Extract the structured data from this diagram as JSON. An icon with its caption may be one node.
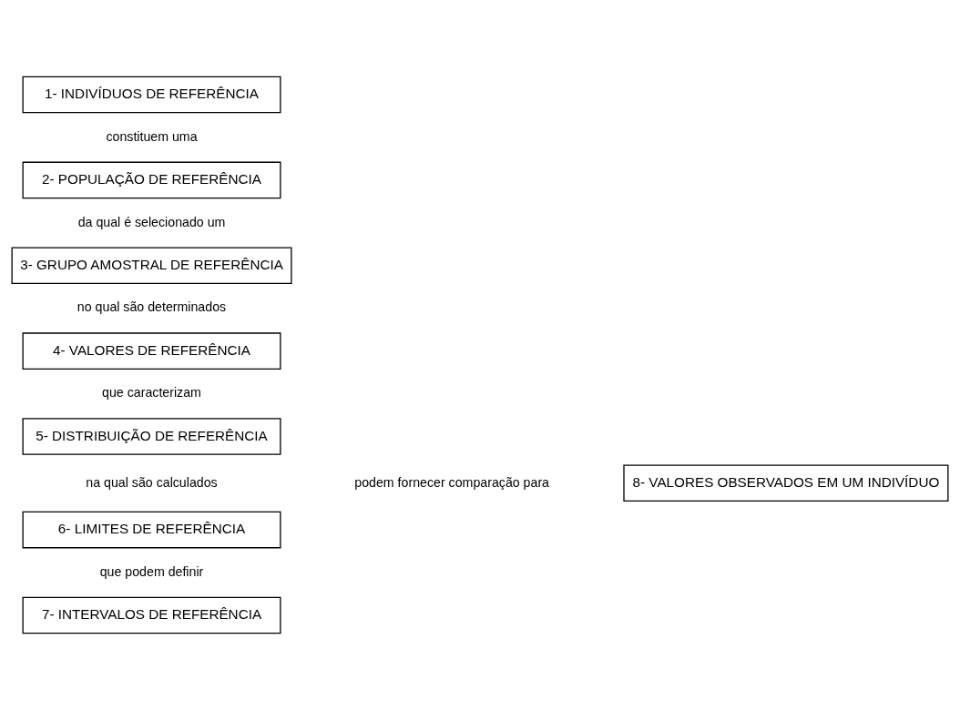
{
  "diagram": {
    "nodes": [
      {
        "text": [
          "1- INDIVÍDUOS DE REFERÊNCIA"
        ]
      },
      {
        "text": [
          "2- POPULAÇÃO DE REFERÊNCIA"
        ]
      },
      {
        "text": [
          "3- GRUPO AMOSTRAL DE REFERÊNCIA"
        ]
      },
      {
        "text": [
          "4- VALORES DE REFERÊNCIA"
        ]
      },
      {
        "text": [
          "5- DISTRIBUIÇÃO DE REFERÊNCIA"
        ]
      },
      {
        "text": [
          "6- LIMITES DE REFERÊNCIA"
        ]
      },
      {
        "text": [
          "7- INTERVALOS DE REFERÊNCIA"
        ]
      },
      {
        "text": [
          "8- VALORES OBSERVADOS EM UM INDIVÍDUO"
        ]
      }
    ],
    "labels": [
      "constituem uma",
      "da qual é selecionado um",
      "no qual são determinados",
      "que caracterizam",
      "na qual são calculados",
      "que podem definir",
      "podem fornecer comparação para"
    ]
  }
}
